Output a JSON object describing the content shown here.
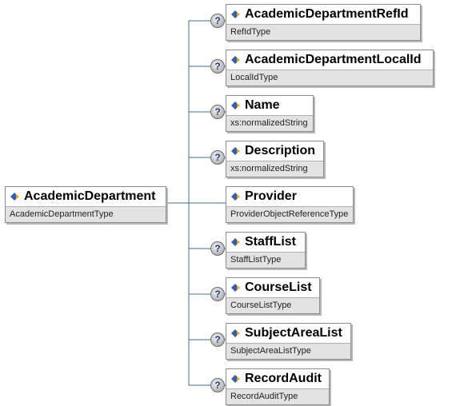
{
  "root": {
    "name": "AcademicDepartment",
    "type": "AcademicDepartmentType"
  },
  "children": [
    {
      "name": "AcademicDepartmentRefId",
      "type": "RefIdType",
      "optional": true
    },
    {
      "name": "AcademicDepartmentLocalId",
      "type": "LocalIdType",
      "optional": true
    },
    {
      "name": "Name",
      "type": "xs:normalizedString",
      "optional": true
    },
    {
      "name": "Description",
      "type": "xs:normalizedString",
      "optional": true
    },
    {
      "name": "Provider",
      "type": "ProviderObjectReferenceType",
      "optional": false
    },
    {
      "name": "StaffList",
      "type": "StaffListType",
      "optional": true
    },
    {
      "name": "CourseList",
      "type": "CourseListType",
      "optional": true
    },
    {
      "name": "SubjectAreaList",
      "type": "SubjectAreaListType",
      "optional": true
    },
    {
      "name": "RecordAudit",
      "type": "RecordAuditType",
      "optional": true
    }
  ],
  "icons": {
    "element": "element-diamond-icon",
    "optional": "optional-question-icon"
  },
  "colors": {
    "connector": "#3c6e96",
    "type_band": "#e3e3e3",
    "border": "#8c8c8c",
    "icon_blue": "#2f5fb3",
    "icon_gold": "#e0a820"
  },
  "labels": {
    "optional_mark": "?"
  }
}
